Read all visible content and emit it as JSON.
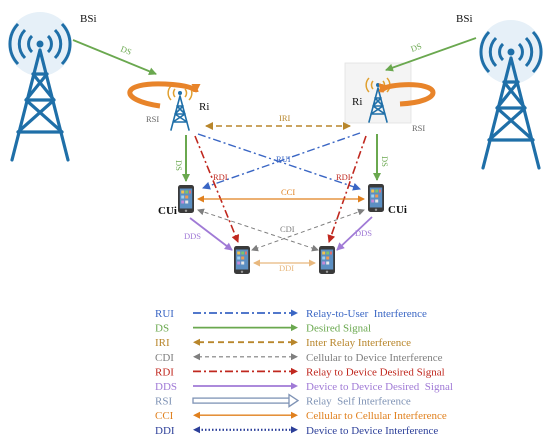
{
  "nodes": {
    "bs_left": "BSi",
    "bs_right": "BSi",
    "relay_left": "Ri",
    "relay_right": "Ri",
    "cu_left": "CUi",
    "cu_right": "CUi"
  },
  "link_labels": {
    "ds_bs_left": "DS",
    "ds_bs_right": "DS",
    "rsi_left": "RSI",
    "rsi_right": "RSI",
    "iri": "IRI",
    "rui": "RUI",
    "rdi_left": "RDI",
    "rdi_right": "RDI",
    "ds_relay_left": "DS",
    "ds_relay_right": "DS",
    "cci": "CCI",
    "cdi": "CDI",
    "dds_left": "DDS",
    "dds_right": "DDS",
    "ddi": "DDI"
  },
  "colors": {
    "rui": "#3a66c4",
    "ds": "#6aa84f",
    "iri": "#b8862b",
    "cdi": "#7f7f7f",
    "rdi": "#c0281f",
    "dds": "#a07ad6",
    "rsi": "#7f93b5",
    "cci": "#e0801e",
    "ddi": "#2c3f99",
    "ddi_label": "#e8b87e",
    "tower": "#1f6fa8",
    "phone": "#3a3a3a"
  },
  "legend": [
    {
      "code": "RUI",
      "desc": "Relay-to-User  Interference",
      "style": "dashdot",
      "color": "#3a66c4",
      "arrows": "end"
    },
    {
      "code": "DS",
      "desc": "Desired Signal",
      "style": "solid",
      "color": "#6aa84f",
      "arrows": "end"
    },
    {
      "code": "IRI",
      "desc": "Inter Relay Interference",
      "style": "dashed",
      "color": "#b8862b",
      "arrows": "both"
    },
    {
      "code": "CDI",
      "desc": "Cellular to Device Interference",
      "style": "dashed-thin",
      "color": "#7f7f7f",
      "arrows": "both"
    },
    {
      "code": "RDI",
      "desc": "Relay to Device Desired Signal",
      "style": "dashdot",
      "color": "#c0281f",
      "arrows": "end"
    },
    {
      "code": "DDS",
      "desc": "Device to Device Desired  Signal",
      "style": "solid",
      "color": "#a07ad6",
      "arrows": "end"
    },
    {
      "code": "RSI",
      "desc": "Relay  Self Interference",
      "style": "hollow",
      "color": "#7f93b5",
      "arrows": "end"
    },
    {
      "code": "CCI",
      "desc": "Cellular to Cellular Interference",
      "style": "solid-thin",
      "color": "#e0801e",
      "arrows": "both"
    },
    {
      "code": "DDI",
      "desc": "Device to Device Interference",
      "style": "dotted",
      "color": "#2c3f99",
      "arrows": "both"
    }
  ]
}
